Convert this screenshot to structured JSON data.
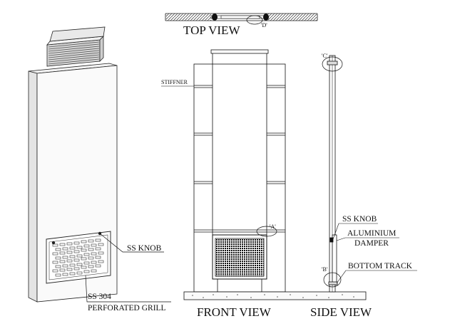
{
  "views": {
    "top": "TOP VIEW",
    "front": "FRONT VIEW",
    "side": "SIDE VIEW"
  },
  "labels": {
    "stiffner": "STIFFNER",
    "ss_knob_iso": "SS KNOB",
    "ss304": "SS 304",
    "perforated_grill": "PERFORATED GRILL",
    "ss_knob_side": "SS KNOB",
    "aluminium": "ALUMINIUM",
    "damper": "DAMPER",
    "bottom_track": "BOTTOM TRACK"
  },
  "detail_marks": {
    "top_d": "'D'",
    "front_a": "'A'",
    "side_c": "'C'",
    "side_b": "'B'"
  }
}
